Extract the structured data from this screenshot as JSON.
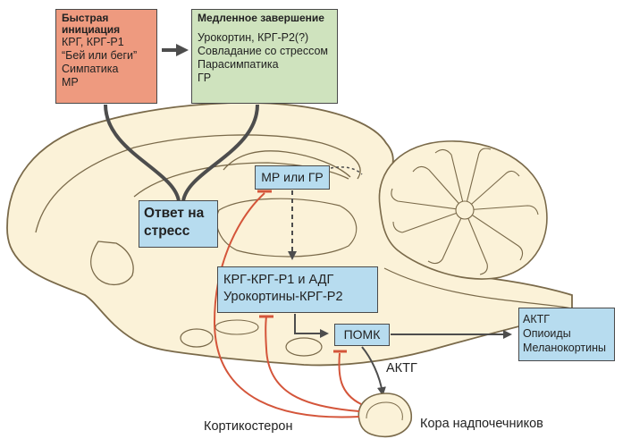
{
  "fast_box": {
    "title": "Быстрая инициация",
    "lines": [
      "КРГ, КРГ-Р1",
      "“Бей или беги”",
      "Симпатика",
      "МР"
    ],
    "color": "#ee9a7f"
  },
  "slow_box": {
    "title": "Медленное завершение",
    "lines": [
      "Урокортин, КРГ-Р2(?)",
      "Совладание со стрессом",
      "Парасимпатика",
      "ГР"
    ],
    "color": "#cfe3be"
  },
  "stress_box": {
    "label": "Ответ на стресс"
  },
  "mr_gr_box": {
    "label": "МР или ГР"
  },
  "crg_box": {
    "lines": [
      "КРГ-КРГ-Р1 и АДГ",
      "Урокортины-КРГ-Р2"
    ]
  },
  "pomc_box": {
    "label": "ПОМК"
  },
  "acth_products_box": {
    "lines": [
      "АКТГ",
      "Опиоиды",
      "Меланокортины"
    ]
  },
  "labels": {
    "acth": "АКТГ",
    "corticosterone": "Кортикостерон",
    "adrenal_cortex": "Кора надпочечников"
  },
  "colors": {
    "brain_fill": "#fbf2d8",
    "brain_outline": "#7a6a4a",
    "box_blue": "#b7dcef",
    "feedback_red": "#d4553a",
    "arrow_dark": "#4d4d4d"
  }
}
